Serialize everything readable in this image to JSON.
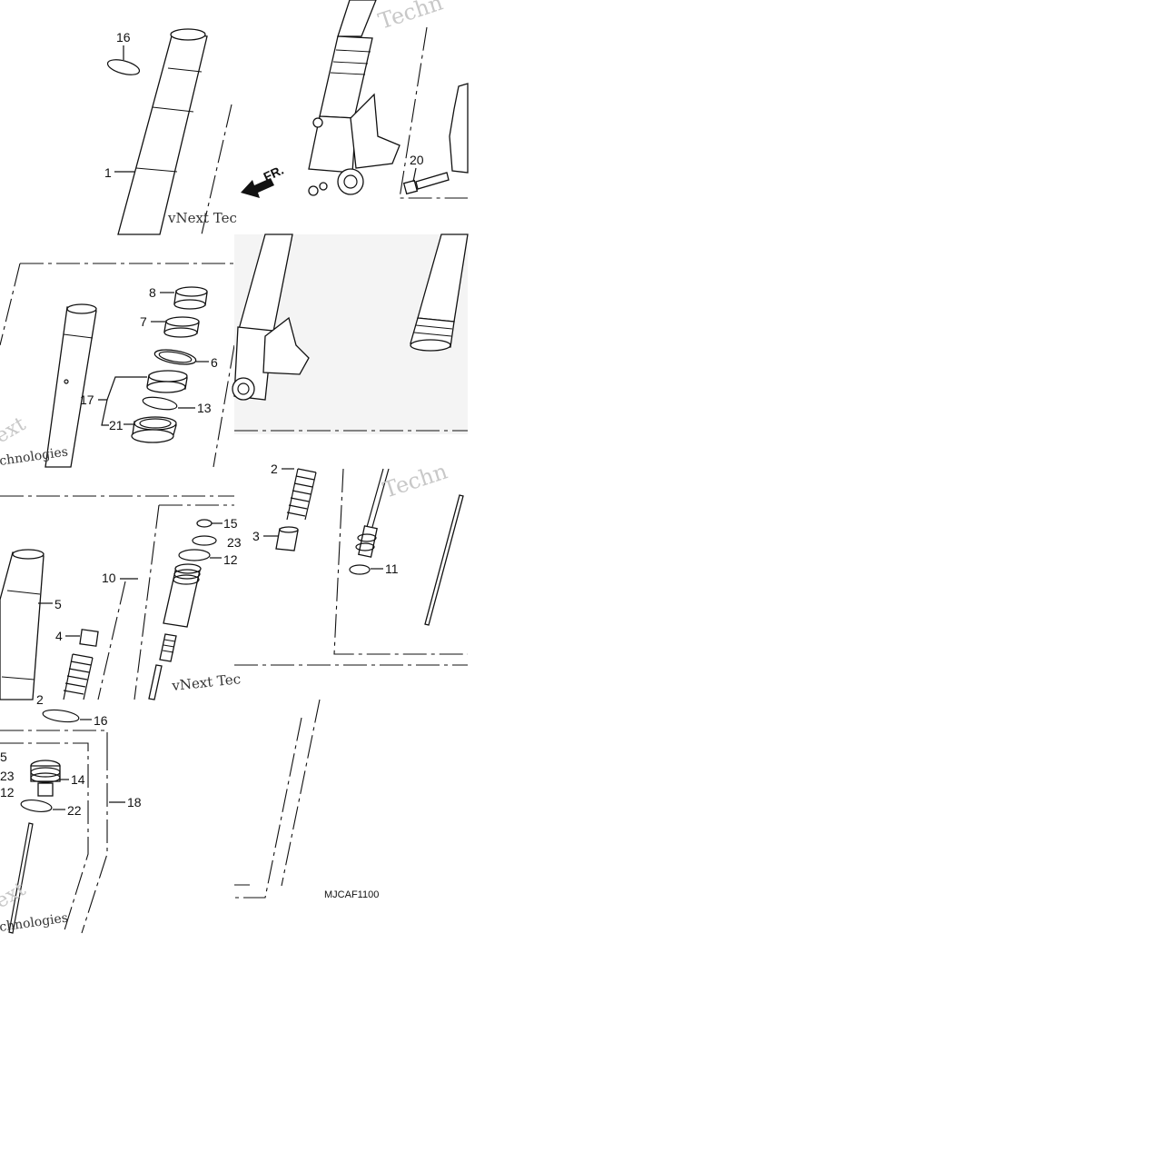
{
  "diagram": {
    "code": "MJCAF1100",
    "watermark": {
      "line1": "vNext Tec",
      "line2": "Technologies",
      "fragment_a": "Techn",
      "fragment_b": "ext",
      "fragment_c": "chnologies"
    },
    "direction_label": "FR.",
    "callouts": {
      "c1": "1",
      "c2": "2",
      "c3": "3",
      "c4": "4",
      "c5": "5",
      "c6": "6",
      "c7": "7",
      "c8": "8",
      "c10": "10",
      "c11": "11",
      "c12": "12",
      "c13": "13",
      "c14": "14",
      "c15": "15",
      "c16": "16",
      "c17": "17",
      "c18": "18",
      "c20": "20",
      "c21": "21",
      "c22": "22",
      "c23": "23"
    }
  },
  "colors": {
    "ink": "#111111",
    "watermark": "#c8c8c8",
    "background": "#ffffff"
  }
}
